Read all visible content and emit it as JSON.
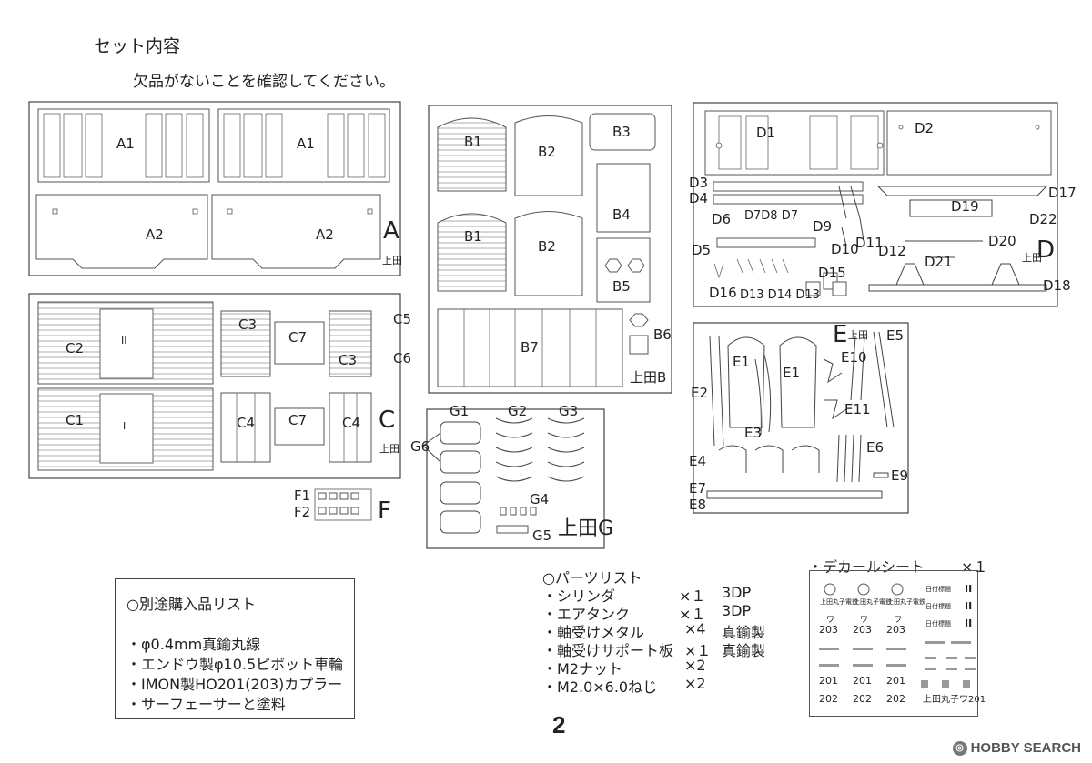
{
  "header": {
    "title": "セット内容",
    "instruction": "欠品がないことを確認してください。"
  },
  "sprue_labels": {
    "A": [
      "A1",
      "A1",
      "A2",
      "A2"
    ],
    "A_tag": "A",
    "A_tag_sub": "上田",
    "B": [
      "B1",
      "B2",
      "B3",
      "B1",
      "B2",
      "B4",
      "B5",
      "B6",
      "B7"
    ],
    "B_tag": "上田B",
    "C": [
      "C2",
      "C1",
      "C3",
      "C3",
      "C7",
      "C7",
      "C4",
      "C4",
      "C5",
      "C6"
    ],
    "C_tag": "C",
    "C_tag_sub": "上田",
    "II": "II",
    "I": "I",
    "D": [
      "D1",
      "D2",
      "D3",
      "D4",
      "D6",
      "D7D8 D7",
      "D9",
      "D5",
      "D10",
      "D11",
      "D12",
      "D16",
      "D13 D14 D13",
      "D15",
      "D17",
      "D19",
      "D20",
      "D21",
      "D22",
      "D18"
    ],
    "D_tag": "D",
    "D_tag_sub": "上田",
    "E": [
      "E1",
      "E1",
      "E2",
      "E3",
      "E4",
      "E5",
      "E6",
      "E7",
      "E8",
      "E9",
      "E10",
      "E11"
    ],
    "E_tag": "E",
    "E_tag_sub": "上田",
    "F": [
      "F1",
      "F2"
    ],
    "F_tag": "F",
    "G": [
      "G1",
      "G2",
      "G3",
      "G6",
      "G4",
      "G5"
    ],
    "G_tag": "上田G"
  },
  "parts_list": {
    "title": "○パーツリスト",
    "items": [
      {
        "name": "・シリンダ",
        "qty": "×１",
        "material": "3DP"
      },
      {
        "name": "・エアタンク",
        "qty": "×１",
        "material": "3DP"
      },
      {
        "name": "・軸受けメタル",
        "qty": "×4",
        "material": "真鍮製"
      },
      {
        "name": "・軸受けサポート板",
        "qty": "×１",
        "material": "真鍮製"
      },
      {
        "name": "・M2ナット",
        "qty": "×2",
        "material": ""
      },
      {
        "name": "・M2.0×6.0ねじ",
        "qty": "×2",
        "material": ""
      }
    ]
  },
  "decal": {
    "title": "・デカールシート",
    "qty": "×１",
    "logo_text": "上田丸子電鉄",
    "kana": "ワ",
    "num203": "203",
    "num201": "201",
    "num202": "202",
    "plate": "上田丸子ワ201",
    "mark": "II",
    "small": "日付標題"
  },
  "purchase": {
    "title": "○別途購入品リスト",
    "items": [
      "・φ0.4mm真鍮丸線",
      "・エンドウ製φ10.5ピボット車輪",
      "・IMON製HO201(203)カプラー",
      "・サーフェーサーと塗料"
    ]
  },
  "page_number": "2",
  "watermark": {
    "brand": "HOBBY SEARCH",
    "logo_icon": "hobbysearch-logo-icon"
  }
}
